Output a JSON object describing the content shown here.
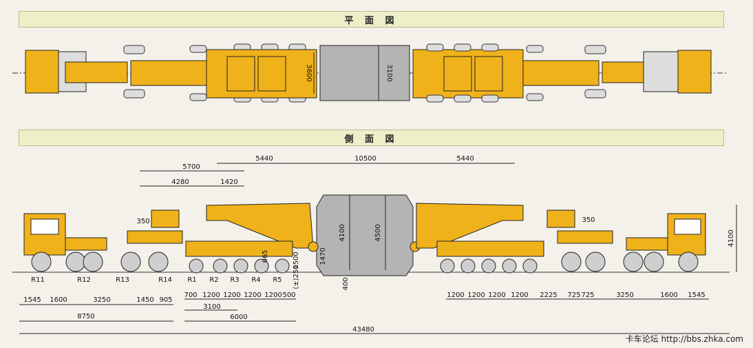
{
  "headings": {
    "plan": "平 面 図",
    "side": "側 面 図"
  },
  "plan_dims": {
    "trailer_width": "3600",
    "load_width": "3100"
  },
  "side_top_dims": {
    "a": "5700",
    "b": "4280",
    "c": "1420",
    "d": "5440",
    "e": "10500",
    "f": "5440"
  },
  "side_vertical_dims": {
    "load_h1": "4100",
    "load_h2": "4500",
    "h1470": "1470",
    "h1500": "1500",
    "h250": "(±)250",
    "h400": "400",
    "h665": "665",
    "total_h": "4100",
    "h350_left": "350",
    "h350_right": "350"
  },
  "axle_labels": {
    "left_tractor": [
      "R11",
      "R12",
      "R13",
      "R14"
    ],
    "left_trailer": [
      "R1",
      "R2",
      "R3",
      "R4",
      "R5"
    ]
  },
  "bottom_left_dims": {
    "row1": [
      "1545",
      "1600",
      "3250",
      "1450",
      "905"
    ],
    "row1_trailer": [
      "700",
      "1200",
      "1200",
      "1200",
      "1200",
      "500"
    ],
    "sum_trailer": "3100",
    "sum_trailer2": "6000",
    "sum_tractor": "8750"
  },
  "bottom_right_dims": [
    "1200",
    "1200",
    "1200",
    "1200",
    "2225",
    "725",
    "725",
    "3250",
    "1600",
    "1545"
  ],
  "total_length": "43480",
  "watermark": "卡车论坛 http://bbs.zhka.com",
  "colors": {
    "yellow": "#f0b21a",
    "grey": "#b4b4b4",
    "outline": "#222222"
  }
}
